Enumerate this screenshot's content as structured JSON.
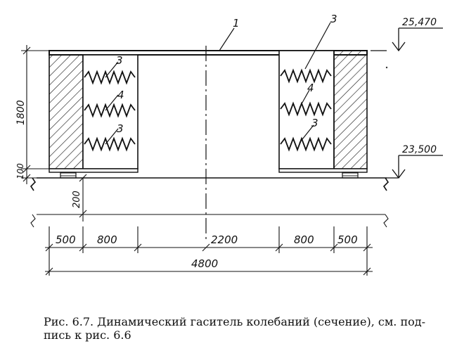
{
  "elevations": {
    "top": "25,470",
    "bottom": "23,500"
  },
  "callouts": {
    "top_center": "1",
    "top_right": "3",
    "left_upper": "3",
    "left_middle": "4",
    "left_lower": "3",
    "right_middle": "4",
    "right_lower": "3"
  },
  "vertical_dims": {
    "height": "1800",
    "base": "100",
    "foundation": "200"
  },
  "horizontal_dims": {
    "wall_left": "500",
    "spring_left": "800",
    "center": "2200",
    "spring_right": "800",
    "wall_right": "500",
    "total": "4800"
  },
  "caption": {
    "line1": "Рис. 6.7. Динамический гаситель колебаний (сечение), см. под-",
    "line2": "пись к рис. 6.6"
  }
}
